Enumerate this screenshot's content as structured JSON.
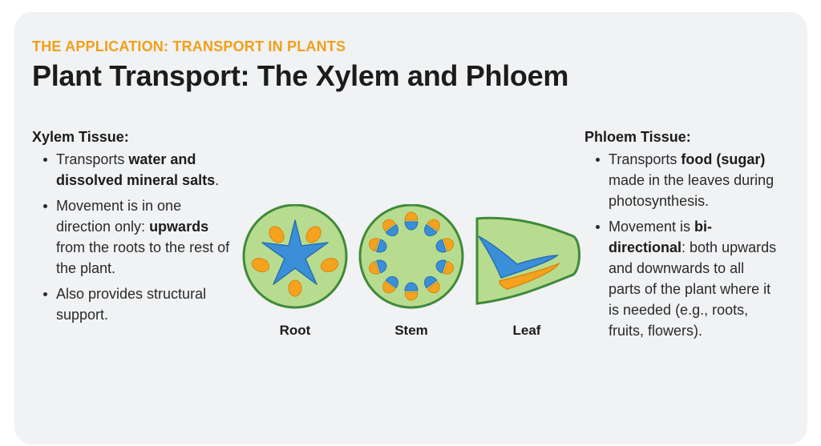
{
  "header": {
    "eyebrow": "THE APPLICATION: TRANSPORT IN PLANTS",
    "title": "Plant Transport: The Xylem and Phloem"
  },
  "xylem": {
    "heading": "Xylem Tissue:",
    "b1_pre": "Transports ",
    "b1_bold": "water and dissolved mineral salts",
    "b1_post": ".",
    "b2_pre": "Movement is in one direction only: ",
    "b2_bold": "upwards",
    "b2_post": " from the roots to the rest of the plant.",
    "b3": "Also provides structural support."
  },
  "phloem": {
    "heading": "Phloem Tissue:",
    "b1_pre": "Transports ",
    "b1_bold": "food (sugar)",
    "b1_post": " made in the leaves during photosynthesis.",
    "b2_pre": "Movement is ",
    "b2_bold": "bi-directional",
    "b2_post": ": both upwards and downwards to all parts of the plant where it is needed (e.g., roots, fruits, flowers)."
  },
  "diagram": {
    "root_label": "Root",
    "stem_label": "Stem",
    "leaf_label": "Leaf"
  },
  "colors": {
    "xylem_blue": "#3b8fd8",
    "phloem_orange": "#f5a21f",
    "tissue_green": "#b7dc8f",
    "outline_green": "#3f8a3a",
    "accent": "#f0a019"
  }
}
